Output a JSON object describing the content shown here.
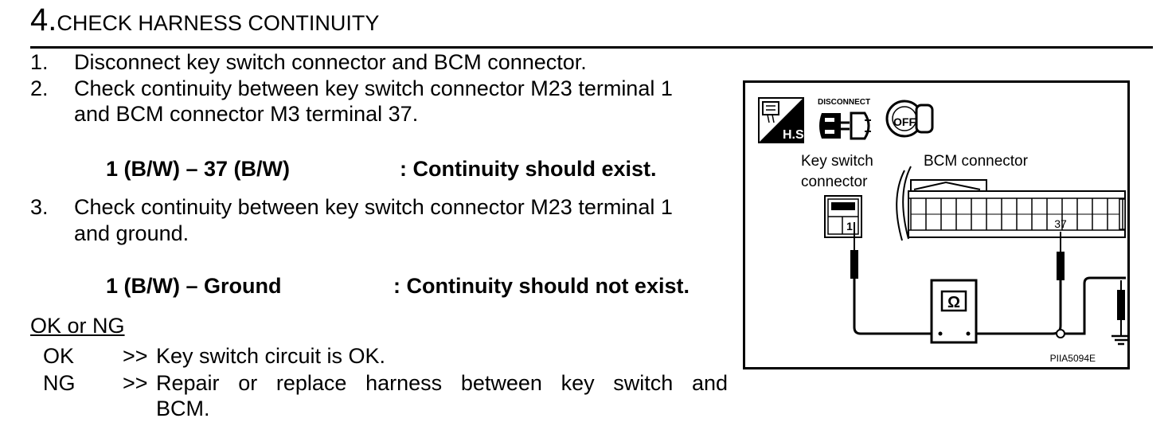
{
  "step": {
    "number": "4.",
    "title": "CHECK HARNESS CONTINUITY"
  },
  "instructions": [
    {
      "num": "1.",
      "lines": [
        "Disconnect key switch connector and BCM connector."
      ]
    },
    {
      "num": "2.",
      "lines": [
        "Check continuity between key switch connector M23 terminal 1",
        "and BCM connector M3 terminal 37."
      ]
    },
    {
      "num": "3.",
      "lines": [
        "Check continuity between key switch connector M23 terminal 1",
        "and ground."
      ]
    }
  ],
  "specs": [
    {
      "terminal": "1 (B/W) – 37 (B/W)",
      "result": ": Continuity should exist."
    },
    {
      "terminal": "1 (B/W) – Ground",
      "result": ": Continuity should not exist."
    }
  ],
  "judgement": {
    "heading": "OK or NG",
    "items": [
      {
        "code": "OK",
        "arrow": ">>",
        "lines": [
          "Key switch circuit is OK."
        ]
      },
      {
        "code": "NG",
        "arrow": ">>",
        "lines": [
          "Repair or replace harness between key switch and",
          "BCM."
        ]
      }
    ]
  },
  "figure": {
    "hs_label": "H.S.",
    "disconnect_label": "DISCONNECT",
    "off_label": "OFF",
    "key_switch_label": [
      "Key switch",
      "connector"
    ],
    "bcm_label": "BCM connector",
    "terminal_1": "1",
    "terminal_37": "37",
    "ohm_symbol": "Ω",
    "figure_id": "PIIA5094E"
  }
}
